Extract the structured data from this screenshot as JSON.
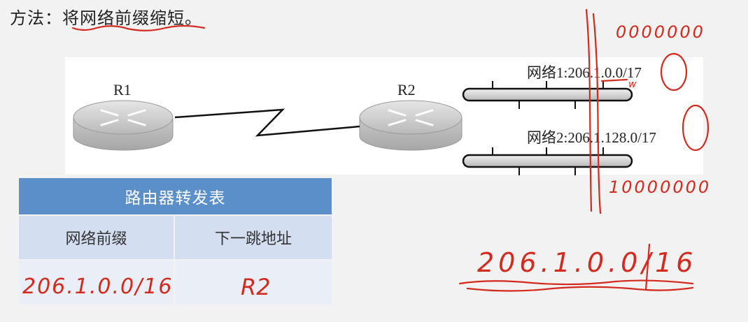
{
  "slide": {
    "heading": "方法：将网络前缀缩短。"
  },
  "diagram": {
    "routers": [
      {
        "label": "R1"
      },
      {
        "label": "R2"
      }
    ],
    "networks": [
      {
        "label": "网络1:206.1.0.0/17"
      },
      {
        "label": "网络2:206.1.128.0/17"
      }
    ]
  },
  "table": {
    "title": "路由器转发表",
    "columns": [
      "网络前缀",
      "下一跳地址"
    ],
    "rows": [
      {
        "prefix": "206.1.0.0/16",
        "next_hop": "R2"
      }
    ]
  },
  "annotations": {
    "binary_top": "0000000",
    "binary_bottom": "10000000",
    "result": "206.1.0.0/16",
    "small_mark": "w",
    "ink_color": "#d42a1e"
  }
}
